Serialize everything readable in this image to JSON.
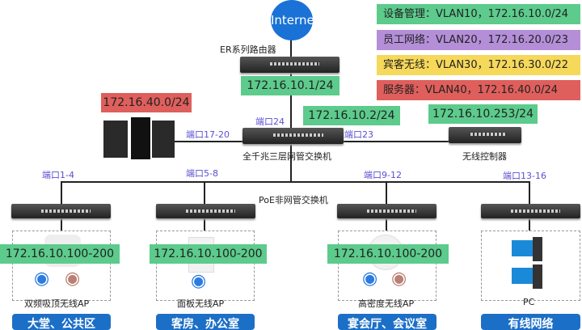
{
  "internet": "Interne",
  "legend": [
    {
      "text": "设备管理：VLAN10，172.16.10.0/24",
      "color": "#5ccb8c"
    },
    {
      "text": "员工网络：VLAN20，172.16.20.0/23",
      "color": "#b48fd8"
    },
    {
      "text": "宾客无线：VLAN30，172.16.30.0/22",
      "color": "#f6d85a"
    },
    {
      "text": "服务器：VLAN40，172.16.40.0/24",
      "color": "#df5f5c"
    }
  ],
  "router": {
    "label": "ER系列路由器",
    "ip": "172.16.10.1/24"
  },
  "server": {
    "ip": "172.16.40.0/24",
    "port": "端口17-20"
  },
  "core": {
    "label": "全千兆三层网管交换机",
    "port_up": "端口24",
    "ip": "172.16.10.2/24",
    "port_ac": "端口23"
  },
  "ac": {
    "label": "无线控制器",
    "ip": "172.16.10.253/24"
  },
  "poe_label": "PoE非网管交换机",
  "branches": [
    {
      "port": "端口1-4",
      "ip": "172.16.10.100-200",
      "device": "双频吸顶无线AP",
      "area": "大堂、公共区"
    },
    {
      "port": "端口5-8",
      "ip": "172.16.10.100-200",
      "device": "面板无线AP",
      "area": "客房、办公室"
    },
    {
      "port": "端口9-12",
      "ip": "172.16.10.100-200",
      "device": "高密度无线AP",
      "area": "宴会厅、会议室"
    },
    {
      "port": "端口13-16",
      "device": "PC",
      "area": "有线网络"
    }
  ]
}
